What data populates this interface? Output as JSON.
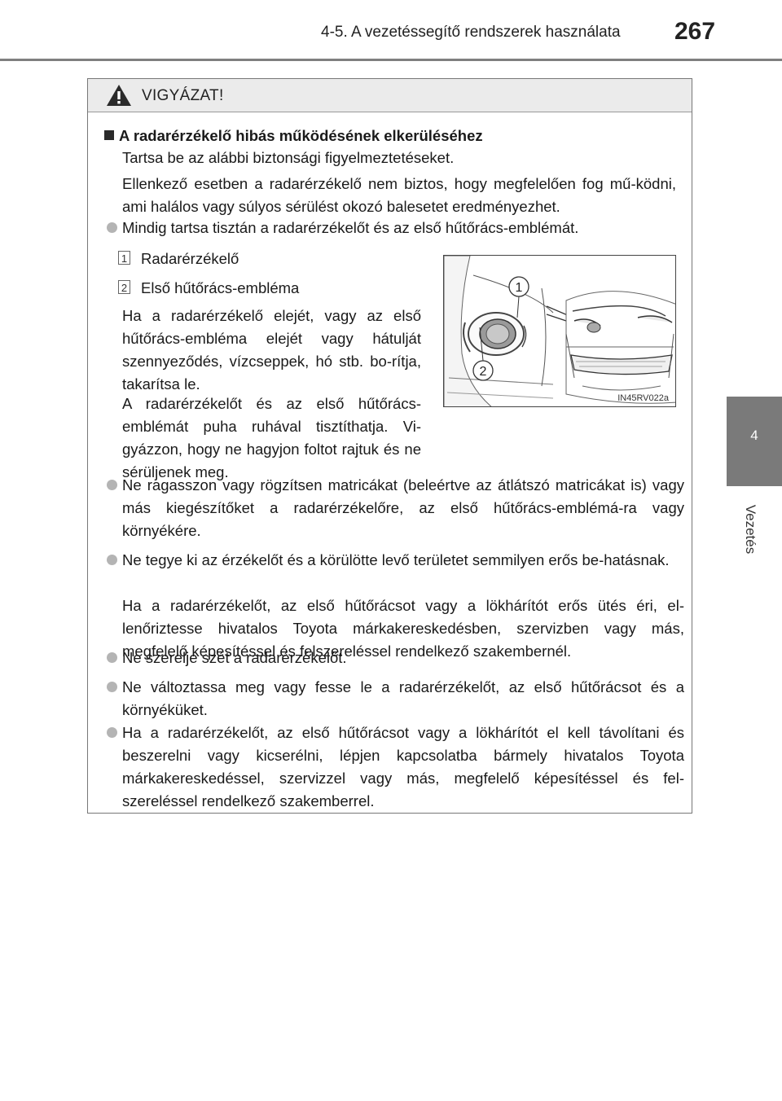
{
  "header": {
    "section_title": "4-5. A vezetéssegítő rendszerek használata",
    "page_number": "267"
  },
  "side_tab": {
    "chapter_number": "4",
    "chapter_name": "Vezetés"
  },
  "warning": {
    "label": "VIGYÁZAT!",
    "title": "A radarérzékelő hibás működésének elkerüléséhez",
    "intro_1": "Tartsa be az alábbi biztonsági figyelmeztetéseket.",
    "intro_2": "Ellenkező esetben a radarérzékelő nem biztos, hogy megfelelően fog mű-ködni, ami halálos vagy súlyos sérülést okozó balesetet eredményezhet.",
    "bullet_1": "Mindig tartsa tisztán a radarérzékelőt és az első hűtőrács-emblémát.",
    "item_1_num": "1",
    "item_1": "Radarérzékelő",
    "item_2_num": "2",
    "item_2": "Első hűtőrács-embléma",
    "clean_note_1": "Ha a radarérzékelő elejét, vagy az első hűtőrács-embléma elejét vagy hátulját szennyeződés, vízcseppek, hó stb. bo-rítja, takarítsa le.",
    "clean_note_2": "A radarérzékelőt és az első hűtőrács-emblémát puha ruhával tisztíthatja. Vi-gyázzon, hogy ne hagyjon foltot rajtuk és ne sérüljenek meg.",
    "figure_id": "IN45RV022a",
    "callout_1": "1",
    "callout_2": "2",
    "bullet_2": "Ne ragasszon vagy rögzítsen matricákat (beleértve az átlátszó matricákat is) vagy más kiegészítőket a radarérzékelőre, az első hűtőrács-emblémá-ra vagy környékére.",
    "bullet_3a": "Ne tegye ki az érzékelőt és a körülötte levő területet semmilyen erős be-hatásnak.",
    "bullet_3b": "Ha a radarérzékelőt, az első hűtőrácsot vagy a lökhárítót erős ütés éri, el-lenőriztesse hivatalos Toyota márkakereskedésben, szervizben vagy más, megfelelő képesítéssel és felszereléssel rendelkező szakembernél.",
    "bullet_4": "Ne szerelje szét a radarérzékelőt.",
    "bullet_5": "Ne változtassa meg vagy fesse le a radarérzékelőt, az első hűtőrácsot és a környéküket.",
    "bullet_6": "Ha a radarérzékelőt, az első hűtőrácsot vagy a lökhárítót el kell távolítani és beszerelni vagy kicserélni, lépjen kapcsolatba bármely hivatalos Toyota márkakereskedéssel, szervizzel vagy más, megfelelő képesítéssel és fel-szereléssel rendelkező szakemberrel."
  }
}
